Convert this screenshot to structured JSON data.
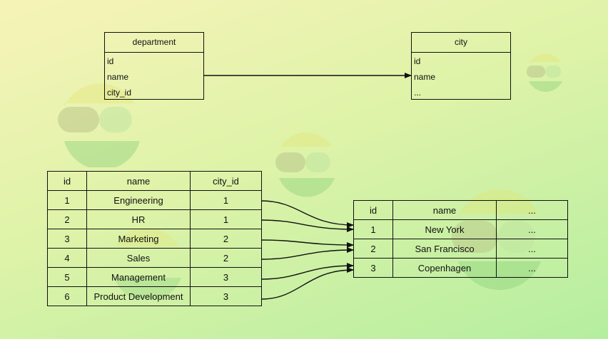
{
  "er_model": {
    "department": {
      "title": "department",
      "fields": [
        "id",
        "name",
        "city_id"
      ]
    },
    "city": {
      "title": "city",
      "fields": [
        "id",
        "name",
        "..."
      ]
    }
  },
  "department_table": {
    "columns": [
      "id",
      "name",
      "city_id"
    ],
    "rows": [
      [
        "1",
        "Engineering",
        "1"
      ],
      [
        "2",
        "HR",
        "1"
      ],
      [
        "3",
        "Marketing",
        "2"
      ],
      [
        "4",
        "Sales",
        "2"
      ],
      [
        "5",
        "Management",
        "3"
      ],
      [
        "6",
        "Product Development",
        "3"
      ]
    ]
  },
  "city_table": {
    "columns": [
      "id",
      "name",
      "..."
    ],
    "rows": [
      [
        "1",
        "New York",
        "..."
      ],
      [
        "2",
        "San Francisco",
        "..."
      ],
      [
        "3",
        "Copenhagen",
        "..."
      ]
    ]
  },
  "colors": {
    "line": "#111111",
    "watermark_green": "#8fd27d",
    "watermark_yellow": "#e6e170"
  }
}
